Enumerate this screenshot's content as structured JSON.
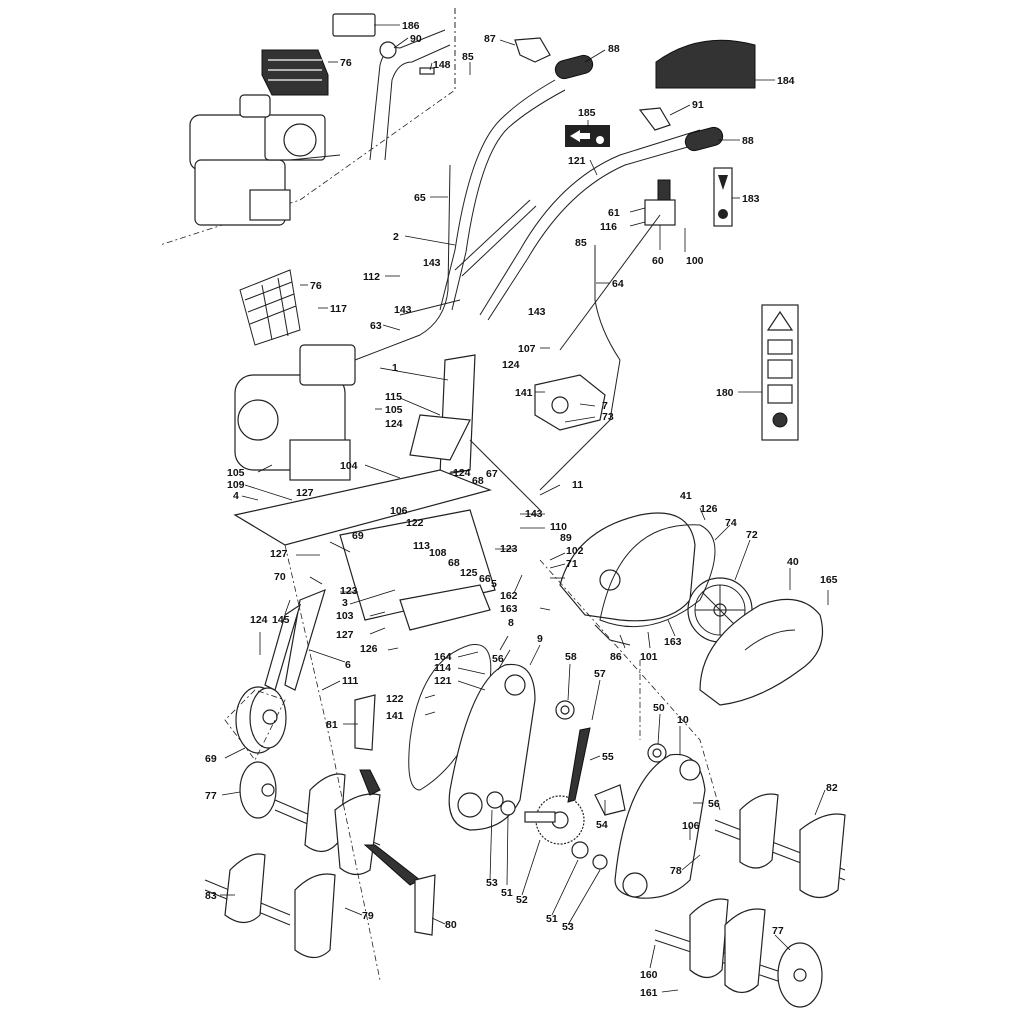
{
  "callouts": [
    "1",
    "2",
    "3",
    "4",
    "5",
    "6",
    "7",
    "8",
    "9",
    "10",
    "11",
    "40",
    "41",
    "50",
    "51",
    "52",
    "53",
    "54",
    "55",
    "56",
    "57",
    "58",
    "60",
    "61",
    "63",
    "64",
    "65",
    "66",
    "67",
    "68",
    "69",
    "70",
    "71",
    "72",
    "73",
    "74",
    "76",
    "77",
    "78",
    "79",
    "80",
    "81",
    "82",
    "83",
    "85",
    "86",
    "87",
    "88",
    "89",
    "90",
    "91",
    "100",
    "101",
    "102",
    "103",
    "104",
    "105",
    "106",
    "107",
    "108",
    "109",
    "110",
    "111",
    "112",
    "113",
    "114",
    "115",
    "116",
    "117",
    "121",
    "122",
    "123",
    "124",
    "125",
    "126",
    "127",
    "141",
    "143",
    "145",
    "148",
    "160",
    "161",
    "162",
    "163",
    "164",
    "165",
    "180",
    "183",
    "184",
    "185",
    "186"
  ]
}
